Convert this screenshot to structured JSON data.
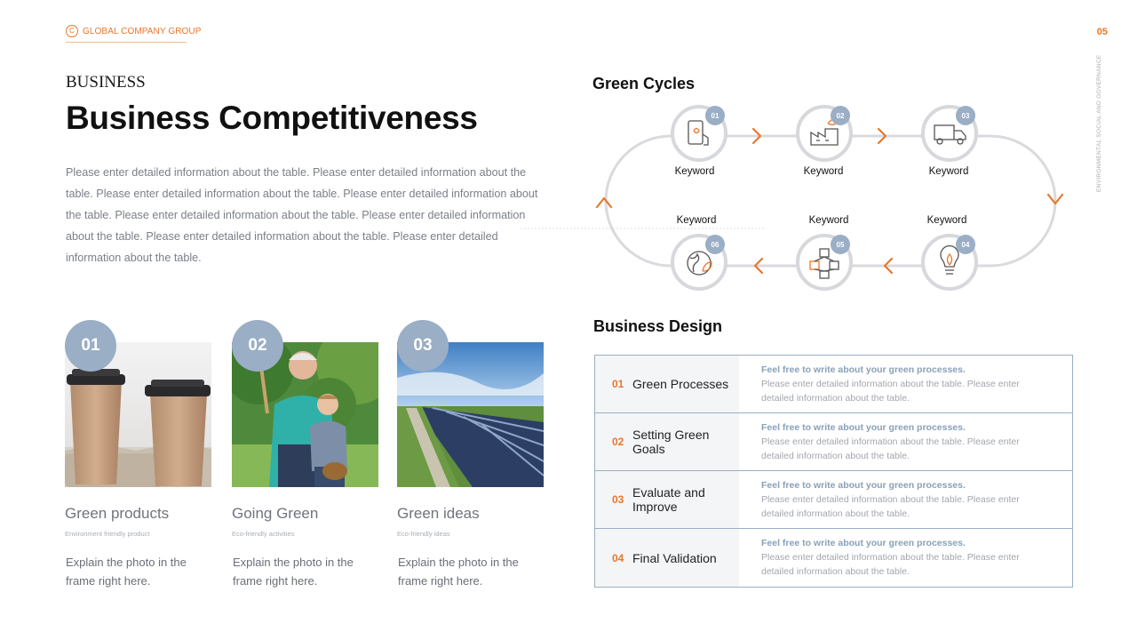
{
  "header": {
    "brand_mark": "C",
    "brand": "GLOBAL COMPANY GROUP",
    "page_number": "05",
    "vertical_caption": "ENVIRONMENTAL SOCIAL AND GOVERNANCE"
  },
  "hero": {
    "overline": "BUSINESS",
    "title": "Business Competitiveness",
    "description": "Please enter detailed information about the table. Please enter detailed information about the table. Please enter detailed information about the table. Please enter detailed information about the table. Please enter detailed information about the table. Please enter detailed information about the table. Please enter detailed information about the table. Please enter detailed information about the table."
  },
  "cards": [
    {
      "badge": "01",
      "name": "Green products",
      "sub": "Environment friendly product",
      "text": "Explain the photo in the frame right here."
    },
    {
      "badge": "02",
      "name": "Going Green",
      "sub": "Eco-friendly activities",
      "text": "Explain the photo in the frame right here."
    },
    {
      "badge": "03",
      "name": "Green ideas",
      "sub": "Eco-friendly ideas",
      "text": "Explain the photo in the frame right here."
    }
  ],
  "cycles": {
    "title": "Green Cycles",
    "nodes": [
      {
        "num": "01",
        "label": "Keyword",
        "icon": "mobile-recycle-icon"
      },
      {
        "num": "02",
        "label": "Keyword",
        "icon": "eco-factory-icon"
      },
      {
        "num": "03",
        "label": "Keyword",
        "icon": "delivery-truck-icon"
      },
      {
        "num": "04",
        "label": "Keyword",
        "icon": "idea-bulb-icon"
      },
      {
        "num": "05",
        "label": "Keyword",
        "icon": "network-blocks-icon"
      },
      {
        "num": "06",
        "label": "Keyword",
        "icon": "green-globe-icon"
      }
    ]
  },
  "design": {
    "title": "Business Design",
    "rows": [
      {
        "num": "01",
        "label": "Green Processes",
        "heading": "Feel free to write about your green processes.",
        "body": "Please enter detailed information about the table. Please enter detailed information about the table."
      },
      {
        "num": "02",
        "label": "Setting Green Goals",
        "heading": "Feel free to write about your green processes.",
        "body": "Please enter detailed information about the table. Please enter detailed information about the table."
      },
      {
        "num": "03",
        "label": "Evaluate and Improve",
        "heading": "Feel free to write about your green processes.",
        "body": "Please enter detailed information about the table. Please enter detailed information about the table."
      },
      {
        "num": "04",
        "label": "Final Validation",
        "heading": "Feel free to write about your green processes.",
        "body": "Please enter detailed information about the table. Please enter detailed information about the table."
      }
    ]
  },
  "colors": {
    "accent": "#e8762d",
    "badge": "#9aaec5",
    "track": "#d9dadd"
  }
}
